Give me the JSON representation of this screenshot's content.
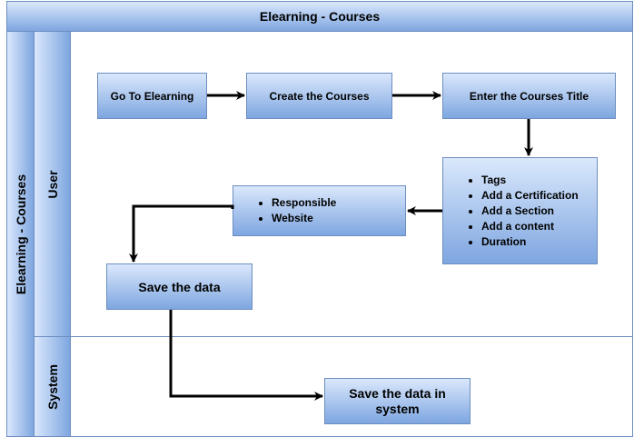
{
  "diagram": {
    "title": "Elearning - Courses",
    "pool_label": "Elearning - Courses",
    "lanes": {
      "user": "User",
      "system": "System"
    },
    "nodes": {
      "go_to_elearning": "Go To Elearning",
      "create_courses": "Create the Courses",
      "enter_title": "Enter the Courses Title",
      "details_list": [
        "Tags",
        "Add a Certification",
        "Add a Section",
        "Add a content",
        "Duration"
      ],
      "responsible_list": [
        "Responsible",
        "Website"
      ],
      "save_data": "Save the data",
      "save_in_system": "Save the data in system"
    }
  }
}
